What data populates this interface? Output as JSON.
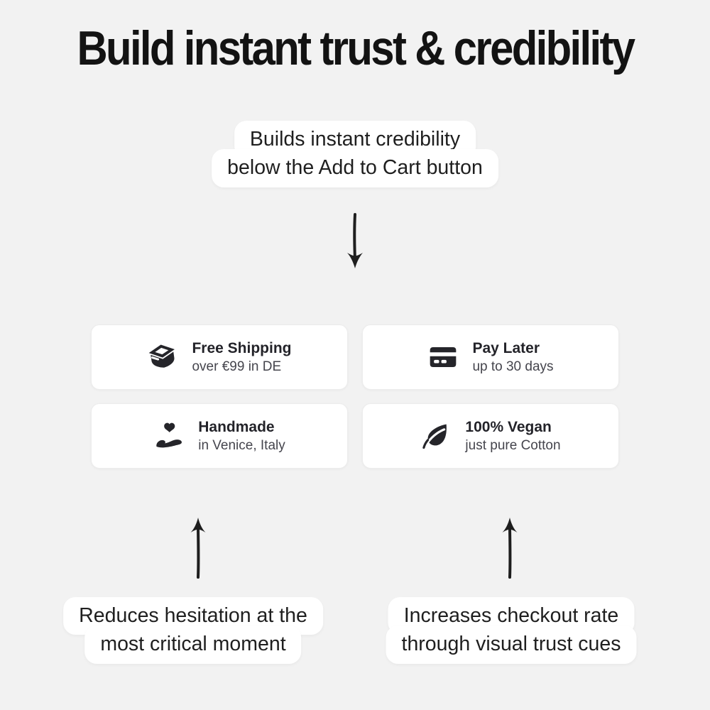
{
  "colors": {
    "background": "#f2f2f2",
    "card_background": "#ffffff",
    "heading_text": "#131313",
    "badge_title_text": "#232329",
    "badge_subtitle_text": "#45454d",
    "callout_text": "#1f1f1f",
    "icon_color": "#25252a",
    "arrow_color": "#1e1e1e"
  },
  "heading": {
    "title": "Build instant trust & credibility"
  },
  "top_callout": {
    "line1": "Builds instant credibility",
    "line2": "below the Add to Cart button"
  },
  "arrows": {
    "down": "arrow-down-icon",
    "up_left": "arrow-up-icon",
    "up_right": "arrow-up-icon"
  },
  "trust_badges": [
    {
      "icon": "package-icon",
      "title": "Free Shipping",
      "subtitle": "over €99 in DE"
    },
    {
      "icon": "credit-card-icon",
      "title": "Pay Later",
      "subtitle": "up to 30 days"
    },
    {
      "icon": "hand-heart-icon",
      "title": "Handmade",
      "subtitle": "in Venice, Italy"
    },
    {
      "icon": "leaf-icon",
      "title": "100% Vegan",
      "subtitle": "just pure Cotton"
    }
  ],
  "bottom_callouts": {
    "left": {
      "line1": "Reduces hesitation at the",
      "line2": "most critical moment"
    },
    "right": {
      "line1": "Increases checkout rate",
      "line2": "through visual trust cues"
    }
  }
}
